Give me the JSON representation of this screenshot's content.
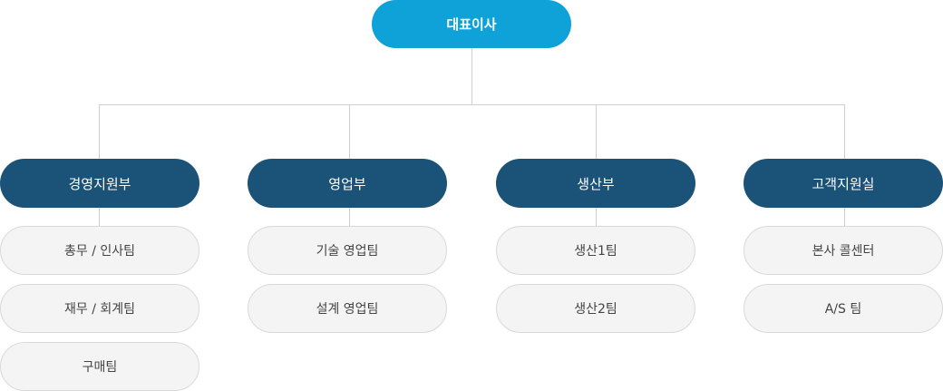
{
  "ceo": {
    "label": "대표이사"
  },
  "departments": [
    {
      "label": "경영지원부",
      "teams": [
        "총무 / 인사팀",
        "재무 / 회계팀",
        "구매팀"
      ]
    },
    {
      "label": "영업부",
      "teams": [
        "기술 영업팀",
        "설계 영업팀"
      ]
    },
    {
      "label": "생산부",
      "teams": [
        "생산1팀",
        "생산2팀"
      ]
    },
    {
      "label": "고객지원실",
      "teams": [
        "본사 콜센터",
        "A/S 팀"
      ]
    }
  ],
  "colors": {
    "ceo": "#0ea2d9",
    "department": "#1b5277",
    "team_bg": "#f4f4f4",
    "connector": "#cfcfcf"
  }
}
